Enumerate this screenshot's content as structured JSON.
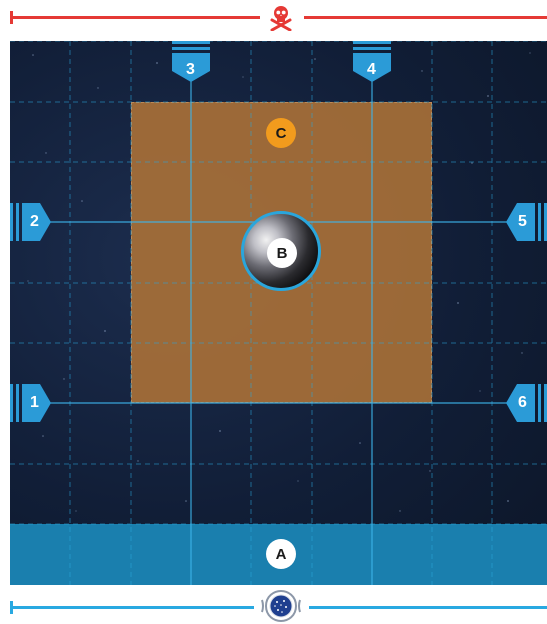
{
  "colors": {
    "enemy_edge": "#e53935",
    "friendly_edge": "#29a9e1",
    "deploy_zone": "#1a7fae",
    "objective_zone": "#ab7137",
    "marker": "#2b9bd7",
    "space": "#111e37"
  },
  "top_edge": {
    "icon": "skull-crossbones-icon"
  },
  "bottom_edge": {
    "icon": "federation-emblem-icon"
  },
  "zones": {
    "deploy_label": "A",
    "planet_label": "B",
    "objective_label": "C"
  },
  "entry_markers": {
    "m1": "1",
    "m2": "2",
    "m3": "3",
    "m4": "4",
    "m5": "5",
    "m6": "6"
  }
}
